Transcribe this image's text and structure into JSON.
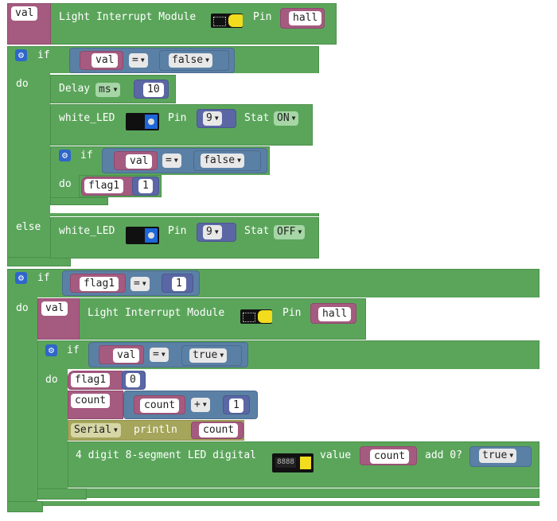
{
  "var_val": "val",
  "var_flag1": "flag1",
  "var_count": "count",
  "light_module_label": "Light Interrupt Module",
  "pin_label": "Pin",
  "pin_hall": "hall",
  "if_label": "if",
  "do_label": "do",
  "else_label": "else",
  "eq_op": "=",
  "plus_op": "+",
  "false_value": "false",
  "true_value": "true",
  "delay_label": "Delay",
  "delay_unit": "ms",
  "delay_value": "10",
  "white_led_label": "white_LED",
  "led_pin": "9",
  "stat_label": "Stat",
  "stat_on": "ON",
  "stat_off": "OFF",
  "one_value": "1",
  "zero_value": "0",
  "serial_label": "Serial",
  "println_label": "println",
  "segment_label": "4 digit 8-segment LED digital",
  "value_label": "value",
  "add0_label": "add 0?",
  "segment_screen": "8888",
  "colors": {
    "logic_green": "#5ba55b",
    "variable_pink": "#a55b80",
    "compare_blue": "#5b80a5",
    "number_indigo": "#5b67a5",
    "serial_olive": "#a5a55b",
    "gear_blue": "#2f66c9"
  }
}
